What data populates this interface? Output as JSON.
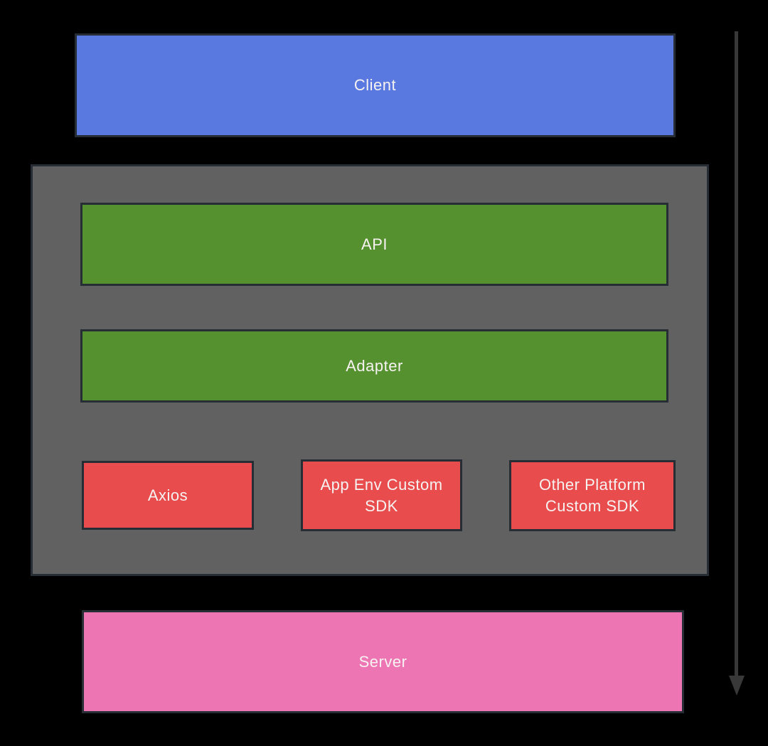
{
  "nodes": {
    "client": {
      "label": "Client",
      "fill": "#5a79e0"
    },
    "api": {
      "label": "API",
      "fill": "#55922f"
    },
    "adapter": {
      "label": "Adapter",
      "fill": "#55922f"
    },
    "sdks": [
      {
        "label": "Axios",
        "fill": "#e84c4c"
      },
      {
        "label": "App Env Custom SDK",
        "fill": "#e84c4c"
      },
      {
        "label": "Other Platform Custom SDK",
        "fill": "#e84c4c"
      }
    ],
    "server": {
      "label": "Server",
      "fill": "#ee75b3"
    }
  },
  "panel": {
    "fill": "#616161",
    "role": "adapter-layer"
  },
  "arrow": {
    "icon": "down-arrow-icon",
    "direction": "down",
    "color": "#383838"
  },
  "colors": {
    "background": "#000000",
    "border": "#262d35",
    "text": "#f7f2f2"
  }
}
